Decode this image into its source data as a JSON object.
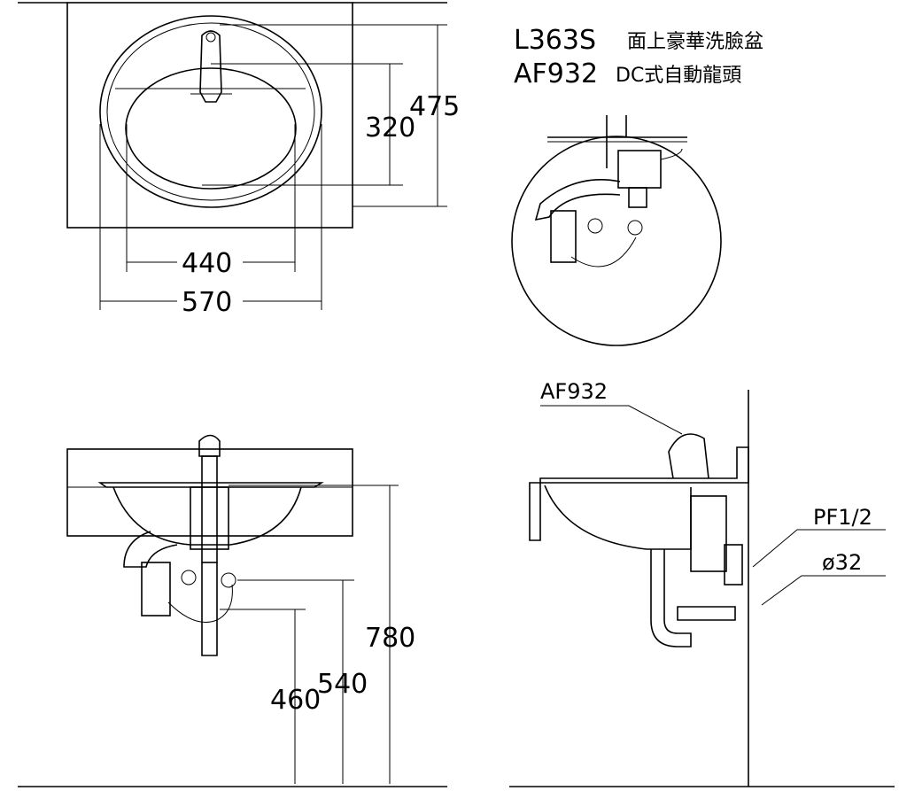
{
  "title": {
    "model_basin": "L363S",
    "basin_name": "面上豪華洗臉盆",
    "model_faucet": "AF932",
    "faucet_name": "DC式自動龍頭"
  },
  "top_view": {
    "dim_depth": "320",
    "dim_total_depth": "475",
    "dim_bowl_width": "440",
    "dim_counter_width": "570"
  },
  "front_view": {
    "dim_height_top": "780",
    "dim_height_supply": "540",
    "dim_height_drain": "460"
  },
  "side_view": {
    "faucet_callout": "AF932",
    "supply_callout": "PF1/2",
    "drain_callout": "ø32"
  }
}
